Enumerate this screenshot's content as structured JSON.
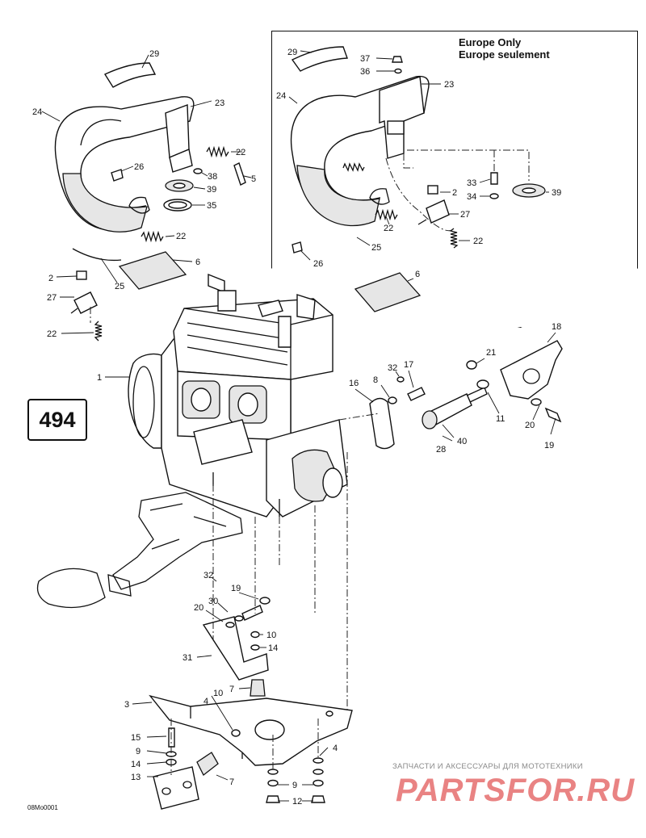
{
  "diagram": {
    "page_number": "494",
    "europe_box_title_line1": "Europe Only",
    "europe_box_title_line2": "Europe seulement",
    "drawing_code": "08Mo0001"
  },
  "watermark": {
    "caption": "ЗАПЧАСТИ И АКСЕССУАРЫ ДЛЯ МОТОТЕХНИКИ",
    "logo_text": "PARTSFOR.RU",
    "color": "#e98383"
  },
  "callouts": [
    {
      "id": "c29a",
      "label": "29"
    },
    {
      "id": "c23a",
      "label": "23"
    },
    {
      "id": "c24a",
      "label": "24"
    },
    {
      "id": "c22a",
      "label": "22"
    },
    {
      "id": "c26a",
      "label": "26"
    },
    {
      "id": "c38",
      "label": "38"
    },
    {
      "id": "c5",
      "label": "5"
    },
    {
      "id": "c39a",
      "label": "39"
    },
    {
      "id": "c35",
      "label": "35"
    },
    {
      "id": "c22b",
      "label": "22"
    },
    {
      "id": "c6a",
      "label": "6"
    },
    {
      "id": "c2a",
      "label": "2"
    },
    {
      "id": "c25a",
      "label": "25"
    },
    {
      "id": "c27a",
      "label": "27"
    },
    {
      "id": "c22c",
      "label": "22"
    },
    {
      "id": "c29b",
      "label": "29"
    },
    {
      "id": "c37",
      "label": "37"
    },
    {
      "id": "c36",
      "label": "36"
    },
    {
      "id": "c23b",
      "label": "23"
    },
    {
      "id": "c24b",
      "label": "24"
    },
    {
      "id": "c33",
      "label": "33"
    },
    {
      "id": "c2b",
      "label": "2"
    },
    {
      "id": "c34",
      "label": "34"
    },
    {
      "id": "c39b",
      "label": "39"
    },
    {
      "id": "c27b",
      "label": "27"
    },
    {
      "id": "c22d",
      "label": "22"
    },
    {
      "id": "c22e",
      "label": "22"
    },
    {
      "id": "c25b",
      "label": "25"
    },
    {
      "id": "c26b",
      "label": "26"
    },
    {
      "id": "c6b",
      "label": "6"
    },
    {
      "id": "c18",
      "label": "18"
    },
    {
      "id": "c21",
      "label": "21"
    },
    {
      "id": "c1",
      "label": "1"
    },
    {
      "id": "c32a",
      "label": "32"
    },
    {
      "id": "c17",
      "label": "17"
    },
    {
      "id": "c16",
      "label": "16"
    },
    {
      "id": "c8",
      "label": "8"
    },
    {
      "id": "c11",
      "label": "11"
    },
    {
      "id": "c20a",
      "label": "20"
    },
    {
      "id": "c40",
      "label": "40"
    },
    {
      "id": "c28",
      "label": "28"
    },
    {
      "id": "c19a",
      "label": "19"
    },
    {
      "id": "c32b",
      "label": "32"
    },
    {
      "id": "c19b",
      "label": "19"
    },
    {
      "id": "c30",
      "label": "30"
    },
    {
      "id": "c20b",
      "label": "20"
    },
    {
      "id": "c10a",
      "label": "10"
    },
    {
      "id": "c14a",
      "label": "14"
    },
    {
      "id": "c31",
      "label": "31"
    },
    {
      "id": "c7a",
      "label": "7"
    },
    {
      "id": "c3",
      "label": "3"
    },
    {
      "id": "c10b",
      "label": "10"
    },
    {
      "id": "c4a",
      "label": "4"
    },
    {
      "id": "c15",
      "label": "15"
    },
    {
      "id": "c9a",
      "label": "9"
    },
    {
      "id": "c14b",
      "label": "14"
    },
    {
      "id": "c13",
      "label": "13"
    },
    {
      "id": "c7b",
      "label": "7"
    },
    {
      "id": "c4b",
      "label": "4"
    },
    {
      "id": "c9b",
      "label": "9"
    },
    {
      "id": "c12",
      "label": "12"
    }
  ]
}
